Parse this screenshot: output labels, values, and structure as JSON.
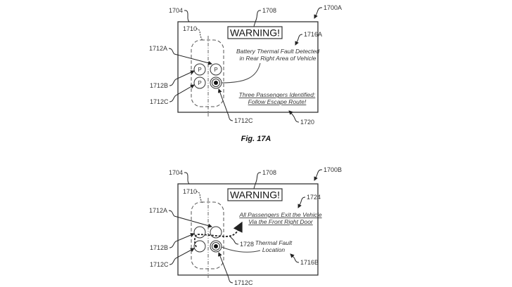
{
  "figures": [
    {
      "id": "fig-17a",
      "caption": "Fig. 17A",
      "frame_ref": "1700A",
      "display_ref": "1704",
      "warning_ref": "1708",
      "warning_text": "WARNING!",
      "vehicle_ref": "1710",
      "seat_refs": {
        "front_left": "1712A",
        "rear_left_label": "1712B",
        "rear_left_bottom": "1712C",
        "fault_seat": "1712C"
      },
      "seat_markers": [
        "P",
        "P",
        "P"
      ],
      "message_ref": "1716A",
      "message_lines": [
        "Battery Thermal Fault Detected",
        "in Rear Right Area of Vehicle"
      ],
      "instruction_ref": "1720",
      "instruction_lines": [
        "Three Passengers Identified:",
        "Follow Escape Route!"
      ]
    },
    {
      "id": "fig-17b",
      "frame_ref": "1700B",
      "display_ref": "1704",
      "warning_ref": "1708",
      "warning_text": "WARNING!",
      "vehicle_ref": "1710",
      "seat_refs": {
        "front_left": "1712A",
        "rear_left_label": "1712B",
        "rear_left_bottom": "1712C",
        "fault_seat": "1712C"
      },
      "route_ref": "1728",
      "instruction_ref": "1724",
      "instruction_lines": [
        "All Passengers Exit the Vehicle",
        "Via the Front Right Door"
      ],
      "fault_ref": "1716B",
      "fault_lines": [
        "Thermal Fault",
        "Location"
      ]
    }
  ]
}
